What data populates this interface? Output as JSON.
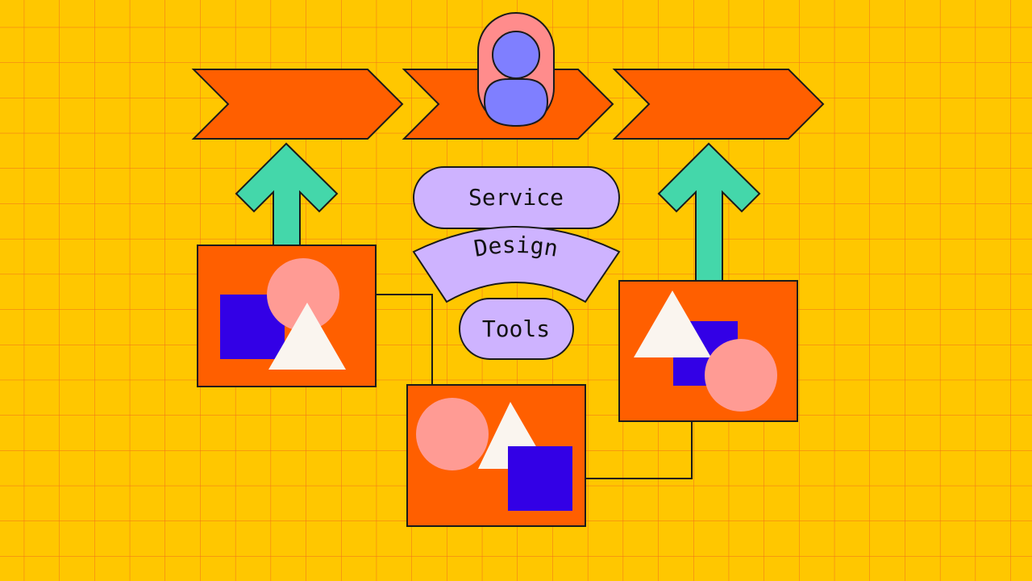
{
  "labels": {
    "line1": "Service",
    "line2": "Design",
    "line3": "Tools"
  },
  "colors": {
    "background": "#FFC700",
    "grid_line": "#F26B1D",
    "chevron": "#FF5F00",
    "card": "#FF5F00",
    "arrow": "#44D7AA",
    "pill": "#CEB3FF",
    "avatar_frame": "#FF8C8C",
    "avatar_figure": "#7F7FFF",
    "circle": "#FF9B94",
    "square": "#3300E6",
    "triangle": "#FAF5EF",
    "outline": "#1A1A1A"
  },
  "icons": {
    "avatar": "person-icon",
    "arrows": "arrow-up-icon"
  }
}
